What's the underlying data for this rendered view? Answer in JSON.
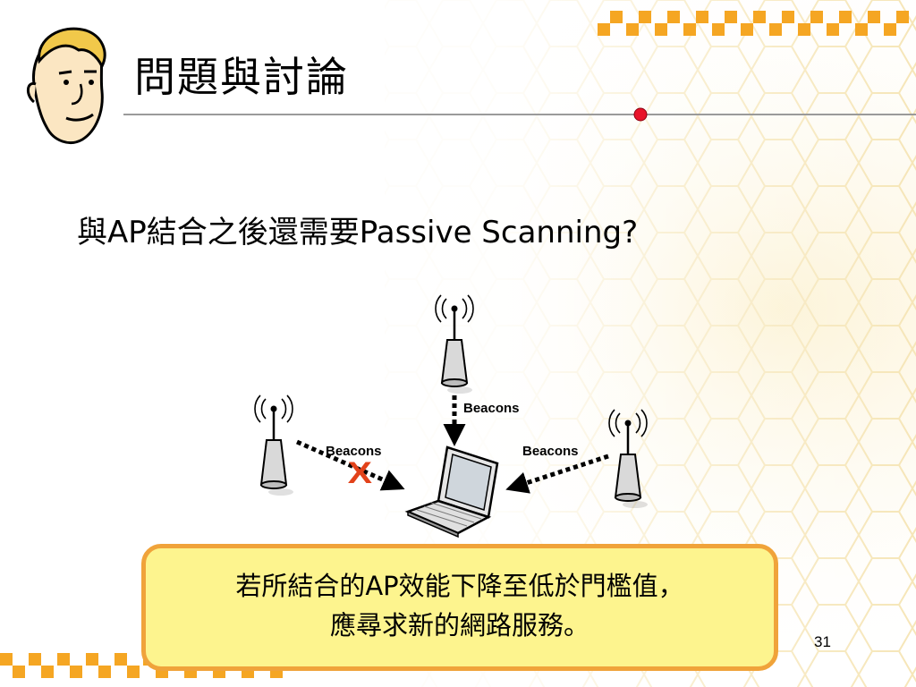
{
  "slide": {
    "title": "問題與討論",
    "question_prefix": "與",
    "question_ap": "AP",
    "question_middle": "結合之後還需要",
    "question_suffix": "Passive Scanning?",
    "page_number": "31"
  },
  "diagram": {
    "beacon_top": "Beacons",
    "beacon_left": "Beacons",
    "beacon_right": "Beacons",
    "blocked_mark": "X"
  },
  "callout": {
    "line1_prefix": "若所結合的",
    "line1_ap": "AP",
    "line1_suffix": "效能下降至低於門檻值，",
    "line2": "應尋求新的網路服務。"
  },
  "colors": {
    "checker": "#f5a623",
    "accent_dot": "#e8142a",
    "x_mark": "#e2421a",
    "callout_fill": "#fdf48e",
    "callout_border": "#f0a33a"
  }
}
